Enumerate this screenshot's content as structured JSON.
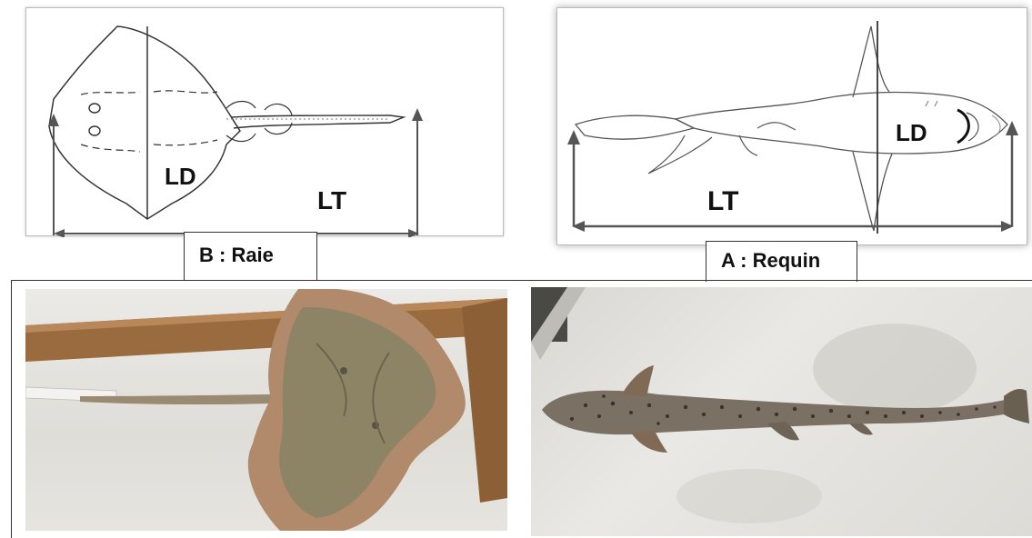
{
  "top_left": {
    "caption": "B : Raie",
    "label_width": "LD",
    "label_length": "LT"
  },
  "top_right": {
    "caption": "A : Requin",
    "label_width": "LD",
    "label_length": "LT"
  },
  "colors": {
    "line": "#333333",
    "arrow": "#555555",
    "skate_body": "#b08a6a",
    "skate_center": "#8d8466",
    "shark_body": "#7a7063",
    "photo_bg": "#e9e7e2",
    "wood": "#9a6b3f"
  }
}
